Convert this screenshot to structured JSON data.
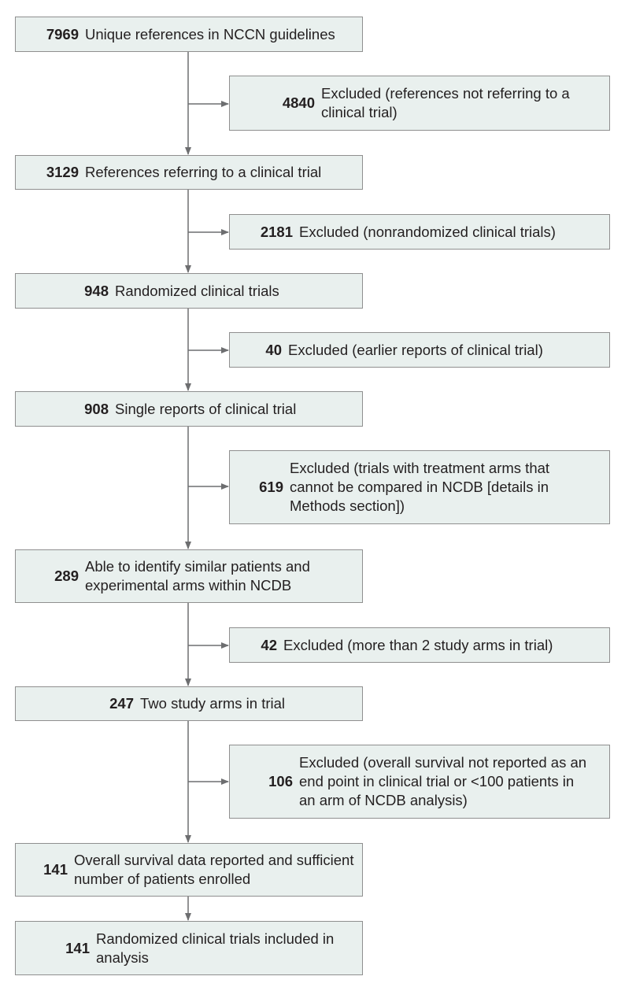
{
  "flow": {
    "steps": [
      {
        "count": "7969",
        "label": "Unique references in NCCN guidelines"
      },
      {
        "count": "3129",
        "label": "References referring to a clinical trial"
      },
      {
        "count": "948",
        "label": "Randomized clinical trials"
      },
      {
        "count": "908",
        "label": "Single reports of clinical trial"
      },
      {
        "count": "289",
        "label": "Able to identify similar patients and experimental arms within NCDB"
      },
      {
        "count": "247",
        "label": "Two study arms in trial"
      },
      {
        "count": "141",
        "label": "Overall survival data reported and sufficient number of patients enrolled"
      },
      {
        "count": "141",
        "label": "Randomized clinical trials included in analysis"
      }
    ],
    "exclusions": [
      {
        "count": "4840",
        "label": "Excluded (references not referring to a clinical trial)"
      },
      {
        "count": "2181",
        "label": "Excluded (nonrandomized clinical trials)"
      },
      {
        "count": "40",
        "label": "Excluded (earlier reports of clinical trial)"
      },
      {
        "count": "619",
        "label": "Excluded (trials with treatment arms that cannot be compared in NCDB [details in Methods section])"
      },
      {
        "count": "42",
        "label": "Excluded (more than 2 study arms in trial)"
      },
      {
        "count": "106",
        "label": "Excluded (overall survival not reported as an end point in clinical trial or <100 patients in an arm of NCDB analysis)"
      }
    ]
  },
  "colors": {
    "box_fill": "#e9f0ee",
    "border": "#8f8f8f",
    "line": "#6d6e70",
    "text": "#231f20"
  }
}
